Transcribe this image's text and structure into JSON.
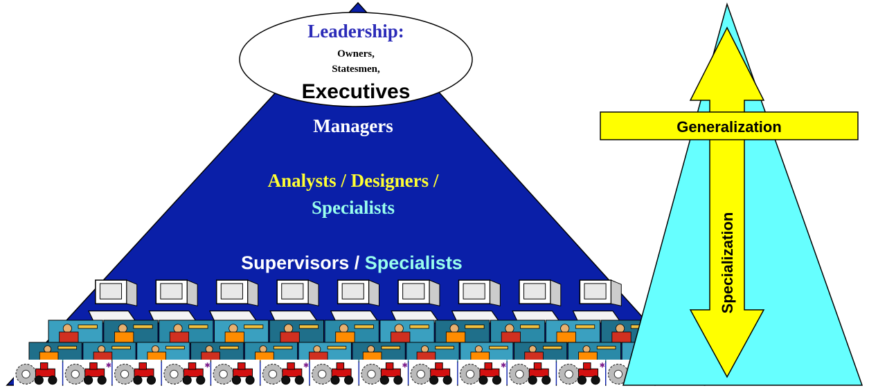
{
  "pyramid": {
    "leadership": {
      "title": "Leadership:",
      "line1": "Owners,",
      "line2": "Statesmen,",
      "line3": "Executives"
    },
    "managers_label": "Managers",
    "analysts_line1": "Analysts / Designers /",
    "analysts_line2": "Specialists",
    "supervisors_label": "Supervisors / ",
    "supervisors_specialists_label": "Specialists",
    "colors": {
      "pyramid_fill": "#0a1fa8",
      "leadership_title": "#2b2bb8",
      "white_text": "#ffffff",
      "yellow_text": "#ffff33",
      "cyan_text": "#99ffee"
    },
    "worker_rows": [
      {
        "item": "computer-workstation-icon",
        "count": 9
      },
      {
        "item": "worker-icon",
        "count": 11
      },
      {
        "item": "worker-icon",
        "count": 12
      },
      {
        "item": "machinery-icon",
        "count": 14
      }
    ]
  },
  "skills_triangle": {
    "generalization_label": "Generalization",
    "specialization_label": "Specialization",
    "colors": {
      "triangle_fill": "#66ffff",
      "arrow_fill": "#ffff00",
      "outline": "#000000"
    }
  }
}
